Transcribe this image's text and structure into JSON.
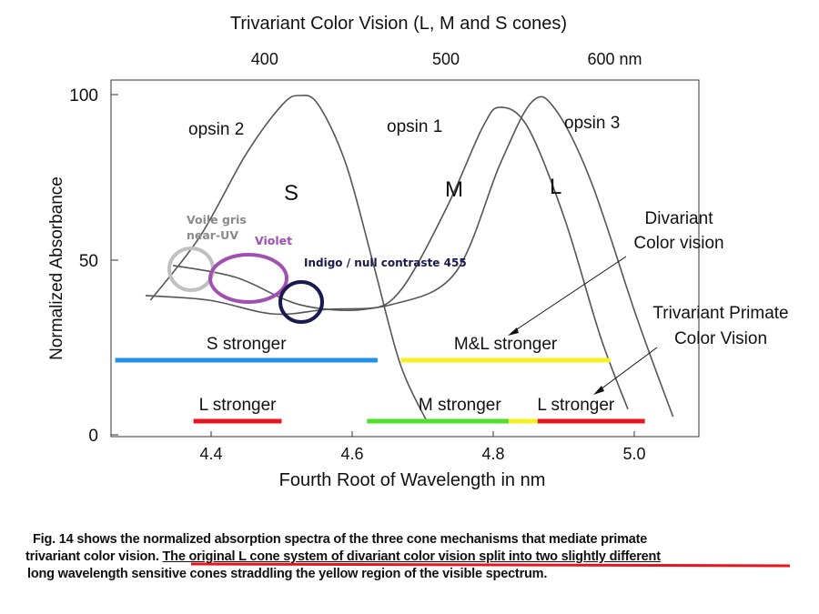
{
  "chart_data": {
    "type": "line",
    "title": "Trivariant Color Vision  (L, M and S cones)",
    "xlabel": "Fourth Root of Wavelength in nm",
    "ylabel": "Normalized Absorbance",
    "xlim": [
      4.27,
      5.09
    ],
    "ylim": [
      0,
      100
    ],
    "x_ticks": [
      "4.4",
      "4.6",
      "4.8",
      "5.0"
    ],
    "x_tick_values": [
      4.4,
      4.6,
      4.8,
      5.0
    ],
    "y_ticks": [
      "0",
      "50",
      "100"
    ],
    "y_tick_values": [
      0,
      50,
      100
    ],
    "top_axis_ticks": [
      "400",
      "500",
      "600  nm"
    ],
    "top_axis_values": [
      4.472,
      4.729,
      4.949
    ],
    "grid": false,
    "series": [
      {
        "name": "S",
        "label": "opsin 2",
        "x": [
          4.314,
          4.384,
          4.449,
          4.501,
          4.526,
          4.552,
          4.591,
          4.63,
          4.668,
          4.707
        ],
        "y": [
          37.5,
          56.9,
          81.9,
          97.2,
          100,
          97.2,
          79.2,
          48.6,
          18.1,
          0
        ]
      },
      {
        "name": "M",
        "label": "opsin 1",
        "x": [
          4.346,
          4.436,
          4.526,
          4.617,
          4.668,
          4.733,
          4.785,
          4.81,
          4.849,
          4.901,
          4.952,
          4.991
        ],
        "y": [
          48.1,
          44.4,
          36.1,
          34.7,
          40.3,
          65.3,
          90.3,
          96.4,
          90.3,
          62.5,
          26.4,
          4.2
        ]
      },
      {
        "name": "L",
        "label": "opsin 3",
        "x": [
          4.307,
          4.397,
          4.488,
          4.565,
          4.655,
          4.746,
          4.81,
          4.855,
          4.888,
          4.939,
          5.004,
          5.055
        ],
        "y": [
          38.9,
          37.5,
          33.3,
          34.7,
          36.1,
          45.8,
          79.2,
          98.1,
          95.8,
          73.6,
          31.9,
          1.9
        ]
      }
    ],
    "bands": [
      {
        "label": "S stronger",
        "from": 4.264,
        "to": 4.636,
        "color": "#1e90e8",
        "row": "divariant"
      },
      {
        "label": "M&L stronger",
        "from": 4.669,
        "to": 4.966,
        "color": "#f5f020",
        "row": "divariant"
      },
      {
        "label": "L stronger",
        "from": 4.375,
        "to": 4.5,
        "color": "#e8141e",
        "row": "trivariant"
      },
      {
        "label": "M   stronger",
        "from": 4.621,
        "to": 4.822,
        "color": "#4ee02a",
        "row": "trivariant"
      },
      {
        "label": "",
        "from": 4.822,
        "to": 4.863,
        "color": "#f5f020",
        "row": "trivariant"
      },
      {
        "label": "L stronger",
        "from": 4.863,
        "to": 5.015,
        "color": "#e8141e",
        "row": "trivariant"
      }
    ],
    "annotations": {
      "divariant": "Divariant\nColor vision",
      "trivariant": "Trivariant Primate\nColor Vision",
      "near_uv": "Voile gris\nnear-UV",
      "violet": "Violet",
      "indigo": "Indigo / null contraste 455"
    }
  },
  "caption": {
    "line1": "Fig. 14 shows the normalized absorption spectra of the three cone mechanisms that mediate primate",
    "line2a": "trivariant color vision. ",
    "line2b": "The original L cone system of divariant color vision split into two slightly different",
    "line3": " long wavelength sensitive cones straddling the yellow region of the visible spectrum."
  },
  "colors": {
    "underline": "#e8141e",
    "near_uv": "#c0c0c0",
    "violet": "#a050b0",
    "indigo": "#1a1a50"
  }
}
